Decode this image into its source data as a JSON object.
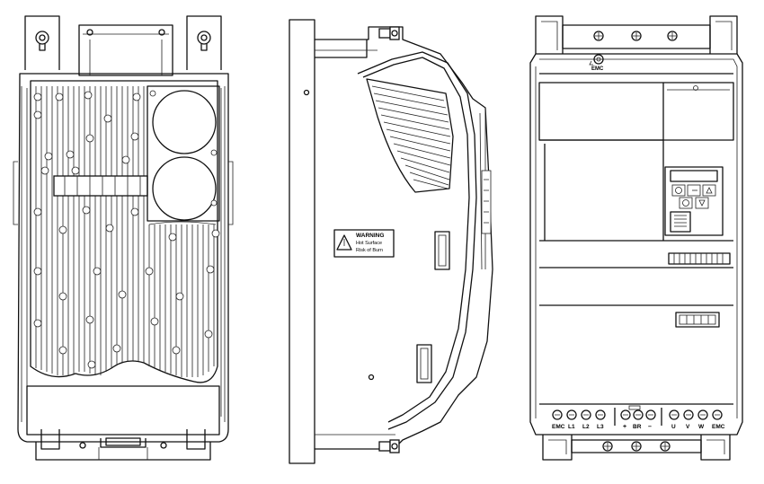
{
  "warning_label": {
    "title": "WARNING",
    "line1": "Hot Surface",
    "line2": "Risk of Burn"
  },
  "front_view": {
    "top_terminal": "EMC",
    "bottom_terminals": [
      "EMC",
      "L1",
      "L2",
      "L3",
      "+",
      "BR",
      "–",
      "U",
      "V",
      "W",
      "EMC"
    ]
  },
  "colors": {
    "line": "#111111",
    "background": "#ffffff"
  }
}
